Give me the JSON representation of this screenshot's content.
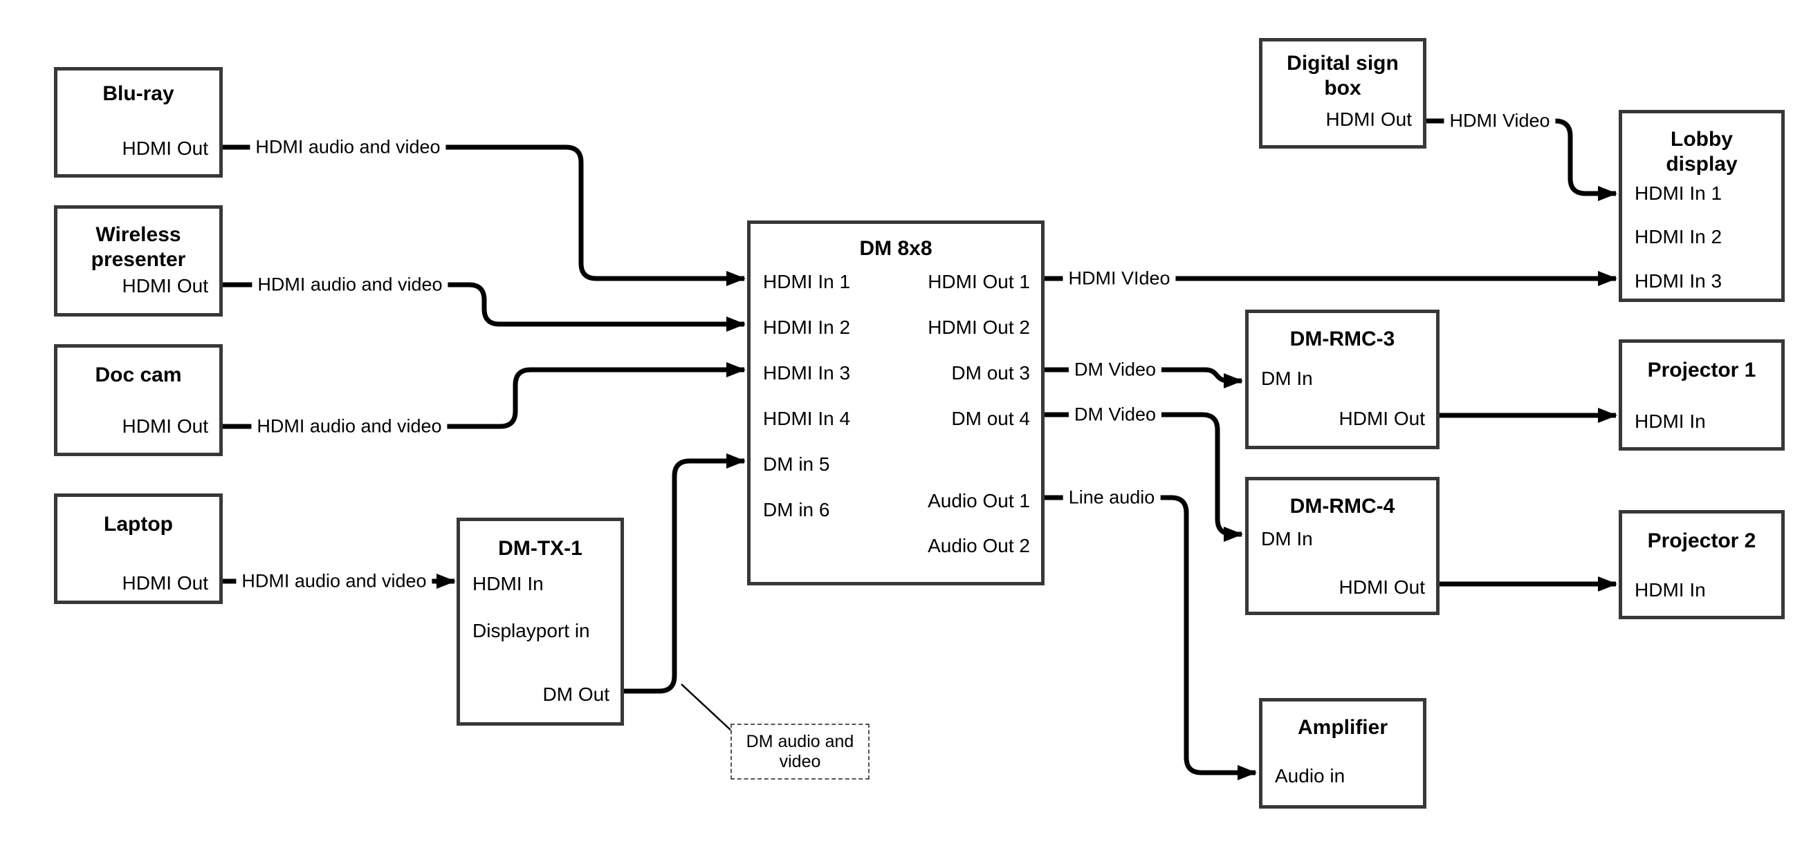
{
  "nodes": {
    "bluray": {
      "title": "Blu-ray",
      "ports": {
        "hdmi_out": "HDMI Out"
      }
    },
    "wireless": {
      "title": "Wireless presenter",
      "ports": {
        "hdmi_out": "HDMI Out"
      }
    },
    "doccam": {
      "title": "Doc cam",
      "ports": {
        "hdmi_out": "HDMI Out"
      }
    },
    "laptop": {
      "title": "Laptop",
      "ports": {
        "hdmi_out": "HDMI Out"
      }
    },
    "dmtx1": {
      "title": "DM-TX-1",
      "ports": {
        "hdmi_in": "HDMI In",
        "dp_in": "Displayport in",
        "dm_out": "DM Out"
      }
    },
    "dm8x8": {
      "title": "DM 8x8",
      "ports": {
        "in1": "HDMI In 1",
        "in2": "HDMI In 2",
        "in3": "HDMI In 3",
        "in4": "HDMI In 4",
        "in5": "DM in 5",
        "in6": "DM in 6",
        "out1": "HDMI Out 1",
        "out2": "HDMI Out 2",
        "out3": "DM out 3",
        "out4": "DM out 4",
        "out5": "Audio Out 1",
        "out6": "Audio Out 2"
      }
    },
    "digital_sign": {
      "title": "Digital sign box",
      "ports": {
        "hdmi_out": "HDMI Out"
      }
    },
    "lobby": {
      "title": "Lobby display",
      "ports": {
        "in1": "HDMI In 1",
        "in2": "HDMI In 2",
        "in3": "HDMI In 3"
      }
    },
    "dmrmc3": {
      "title": "DM-RMC-3",
      "ports": {
        "dm_in": "DM In",
        "hdmi_out": "HDMI Out"
      }
    },
    "proj1": {
      "title": "Projector 1",
      "ports": {
        "hdmi_in": "HDMI In"
      }
    },
    "dmrmc4": {
      "title": "DM-RMC-4",
      "ports": {
        "dm_in": "DM In",
        "hdmi_out": "HDMI Out"
      }
    },
    "proj2": {
      "title": "Projector 2",
      "ports": {
        "hdmi_in": "HDMI In"
      }
    },
    "amplifier": {
      "title": "Amplifier",
      "ports": {
        "audio_in": "Audio in"
      }
    }
  },
  "edge_labels": {
    "bluray_dm8x8": "HDMI audio and video",
    "wireless_dm8x8": "HDMI audio and video",
    "doccam_dm8x8": "HDMI audio and video",
    "laptop_dmtx1": "HDMI audio and video",
    "dm8x8_lobby": "HDMI VIdeo",
    "dm8x8_rmc3": "DM Video",
    "dm8x8_rmc4": "DM Video",
    "dm8x8_amp": "Line audio",
    "sign_lobby": "HDMI Video"
  },
  "callout": "DM audio and video",
  "colors": {
    "line": "#000000",
    "box_border": "#383838",
    "background": "#ffffff",
    "text": "#000000"
  }
}
